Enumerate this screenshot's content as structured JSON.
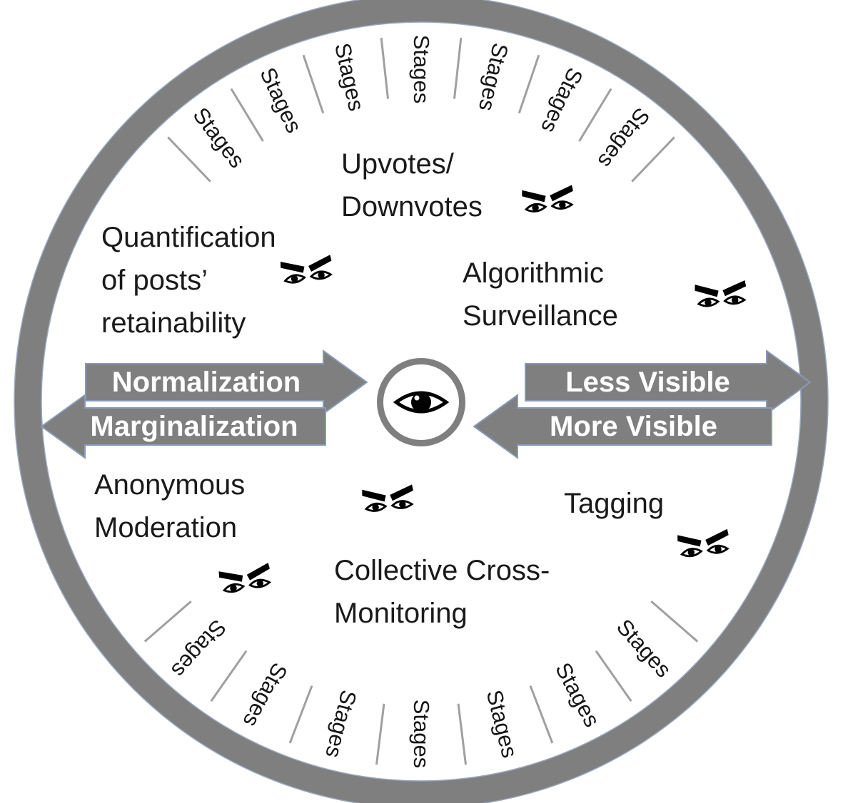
{
  "diagram": {
    "type": "panopticon-wheel",
    "ring_label": "Stages",
    "ring_label_count": 14,
    "watching_eyes_count": 6,
    "colors": {
      "ring": "#7f7f7f",
      "arrow_fill": "#7f7f7f",
      "arrow_outline": "#8a9ab8",
      "arrow_text": "#ffffff",
      "body_text": "#1a1a1a",
      "tick": "#a0a0a0"
    },
    "center": {
      "icon": "eye"
    },
    "arrows": {
      "left_top": {
        "label": "Normalization",
        "direction": "right"
      },
      "left_bottom": {
        "label": "Marginalization",
        "direction": "left"
      },
      "right_top": {
        "label": "Less Visible",
        "direction": "right"
      },
      "right_bottom": {
        "label": "More Visible",
        "direction": "left"
      }
    },
    "concepts": [
      {
        "id": "upvotes-downvotes",
        "lines": [
          "Upvotes/",
          "Downvotes"
        ]
      },
      {
        "id": "quantification",
        "lines": [
          "Quantification",
          "of posts’",
          "retainability"
        ]
      },
      {
        "id": "algorithmic-surveillance",
        "lines": [
          "Algorithmic",
          "Surveillance"
        ]
      },
      {
        "id": "anonymous-moderation",
        "lines": [
          "Anonymous",
          "Moderation"
        ]
      },
      {
        "id": "collective-cross-monitoring",
        "lines": [
          "Collective Cross-",
          "Monitoring"
        ]
      },
      {
        "id": "tagging",
        "lines": [
          "Tagging"
        ]
      }
    ]
  }
}
